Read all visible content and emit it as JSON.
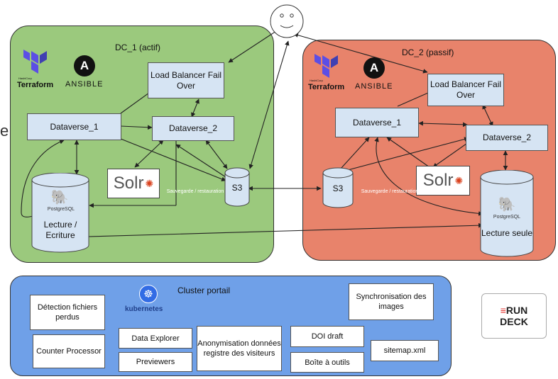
{
  "dc1": {
    "title": "DC_1 (actif)",
    "logos": {
      "terraform": "Terraform",
      "terraform_small": "HashiCorp",
      "ansible": "ANSIBLE"
    },
    "load_balancer": "Load Balancer Fail Over",
    "dataverse_1": "Dataverse_1",
    "dataverse_2": "Dataverse_2",
    "solr": "Solr",
    "s3": "S3",
    "db_label": "Lecture / Ecriture",
    "db_brand": "PostgreSQL",
    "backup_note": "Sauvegarde / restauration"
  },
  "dc2": {
    "title": "DC_2 (passif)",
    "logos": {
      "terraform": "Terraform",
      "terraform_small": "HashiCorp",
      "ansible": "ANSIBLE"
    },
    "load_balancer": "Load Balancer Fail Over",
    "dataverse_1": "Dataverse_1",
    "dataverse_2": "Dataverse_2",
    "solr": "Solr",
    "s3": "S3",
    "db_label": "Lecture seule",
    "db_brand": "PostgreSQL",
    "backup_note": "Sauvegarde / restauration"
  },
  "portal": {
    "title": "Cluster portail",
    "kubernetes": "kubernetes",
    "items": {
      "detection": "Détection fichiers perdus",
      "counter": "Counter Processor",
      "data_explorer": "Data Explorer",
      "previewers": "Previewers",
      "anonymisation": "Anonymisation données registre des visiteurs",
      "doi_draft": "DOI draft",
      "boite": "Boîte à outils",
      "sync": "Synchronisation des images",
      "sitemap": "sitemap.xml"
    }
  },
  "rundeck": {
    "line1": "RUN",
    "line2": "DECK"
  },
  "user_face": {
    "face": "○ ○\n◡"
  },
  "edge_text": "e",
  "colors": {
    "dc1": "#9bc97d",
    "dc2": "#e8836b",
    "portal": "#6fa0e8",
    "box": "#d6e4f3"
  }
}
